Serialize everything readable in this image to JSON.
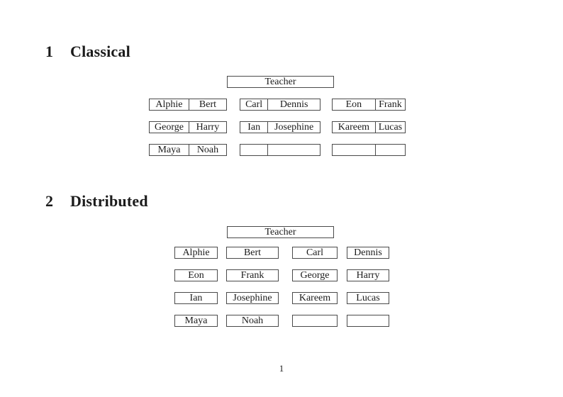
{
  "document": {
    "sections": [
      {
        "number": "1",
        "title": "Classical",
        "teacher_label": "Teacher",
        "rows": [
          [
            [
              "Alphie",
              "Bert"
            ],
            [
              "Carl",
              "Dennis"
            ],
            [
              "Eon",
              "Frank"
            ]
          ],
          [
            [
              "George",
              "Harry"
            ],
            [
              "Ian",
              "Josephine"
            ],
            [
              "Kareem",
              "Lucas"
            ]
          ],
          [
            [
              "Maya",
              "Noah"
            ],
            [
              "",
              ""
            ],
            [
              "",
              ""
            ]
          ]
        ]
      },
      {
        "number": "2",
        "title": "Distributed",
        "teacher_label": "Teacher",
        "rows": [
          [
            "Alphie",
            "Bert",
            "Carl",
            "Dennis"
          ],
          [
            "Eon",
            "Frank",
            "George",
            "Harry"
          ],
          [
            "Ian",
            "Josephine",
            "Kareem",
            "Lucas"
          ],
          [
            "Maya",
            "Noah",
            "",
            ""
          ]
        ]
      }
    ],
    "page_number": "1",
    "colors": {
      "ink": "#1b1b1b",
      "line": "#4a4a4a",
      "background": "#ffffff"
    }
  }
}
